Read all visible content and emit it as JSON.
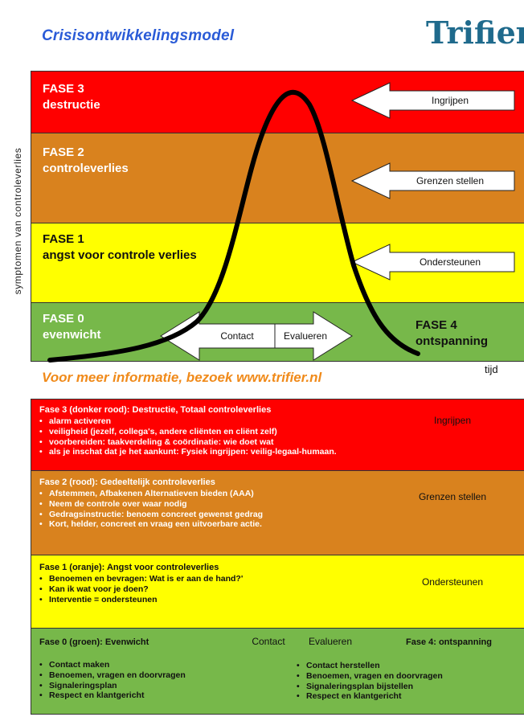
{
  "title": "Crisisontwikkelingsmodel",
  "logo": "Trifier",
  "y_axis_label": "symptomen van controleverlies",
  "x_axis_label": "tijd",
  "top_phases": [
    {
      "line1": "FASE 3",
      "line2": "destructie",
      "color": "#ff0000",
      "arrow": "Ingrijpen"
    },
    {
      "line1": "FASE 2",
      "line2": "controleverlies",
      "color": "#d9821e",
      "arrow": "Grenzen stellen"
    },
    {
      "line1": "FASE 1",
      "line2": "angst voor controle verlies",
      "color": "#ffff00",
      "arrow": "Ondersteunen"
    },
    {
      "line1": "FASE 0",
      "line2": "evenwicht",
      "color": "#77b84a",
      "arrow_left": "Contact",
      "arrow_right": "Evalueren"
    }
  ],
  "phase4": {
    "line1": "FASE 4",
    "line2": "ontspanning"
  },
  "info_text": "Voor meer informatie, bezoek www.trifier.nl",
  "boxes": [
    {
      "heading": "Fase 3 (donker rood): Destructie,  Totaal controleverlies",
      "color": "#ff0000",
      "arrow": "Ingrijpen",
      "bullets": [
        "alarm activeren",
        "veiligheid (jezelf, collega's, andere cliënten en cliënt zelf)",
        "voorbereiden: taakverdeling & coördinatie: wie doet wat",
        "als je inschat dat je het aankunt: Fysiek ingrijpen: veilig-legaal-humaan."
      ]
    },
    {
      "heading": "Fase 2 (rood): Gedeeltelijk controleverlies",
      "color": "#d9821e",
      "arrow": "Grenzen stellen",
      "bullets": [
        "Afstemmen,  Afbakenen Alternatieven bieden (AAA)",
        "Neem de controle  over waar nodig",
        "Gedragsinstructie:  benoem concreet gewenst gedrag",
        "Kort, helder, concreet  en vraag een uitvoerbare  actie."
      ]
    },
    {
      "heading": "Fase 1 (oranje): Angst  voor controleverlies",
      "color": "#ffff00",
      "arrow": "Ondersteunen",
      "bullets": [
        "Benoemen en bevragen: Wat is er aan de hand?'",
        "Kan ik wat voor je doen?",
        "Interventie = ondersteunen"
      ]
    },
    {
      "heading": "Fase 0 (groen): Evenwicht",
      "color": "#77b84a",
      "arrow_left": "Contact",
      "arrow_right": "Evalueren",
      "right_heading": "Fase 4: ontspanning",
      "bullets_left": [
        "Contact maken",
        "Benoemen, vragen en doorvragen",
        "Signaleringsplan",
        "Respect en klantgericht"
      ],
      "bullets_right": [
        "Contact herstellen",
        "Benoemen, vragen en doorvragen",
        "Signaleringsplan  bijstellen",
        "Respect en klantgericht"
      ]
    }
  ]
}
